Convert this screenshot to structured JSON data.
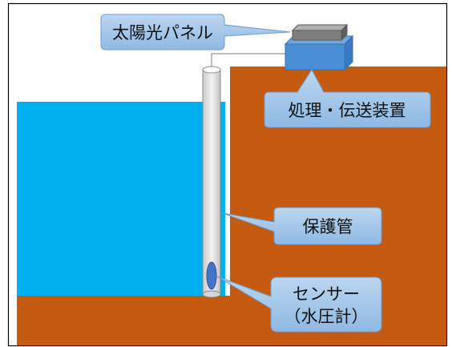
{
  "labels": {
    "solar_panel": "太陽光パネル",
    "processing_unit": "処理・伝送装置",
    "protective_pipe": "保護管",
    "sensor_line1": "センサー",
    "sensor_line2": "（水圧計）"
  },
  "colors": {
    "water": "#00b0f0",
    "soil": "#c55a11",
    "callout_fill": "#9dc3e6",
    "callout_stroke": "#6e9ccd",
    "device_blue": "#4a8fd6",
    "panel_gray": "#7f7f7f",
    "pipe": "#e3e3e3",
    "sensor": "#4472c4",
    "border": "#000000"
  },
  "icons": {
    "solar_panel": "solar-panel-icon",
    "processing_unit": "processing-transmission-device-icon",
    "sensor": "water-pressure-sensor-icon"
  }
}
